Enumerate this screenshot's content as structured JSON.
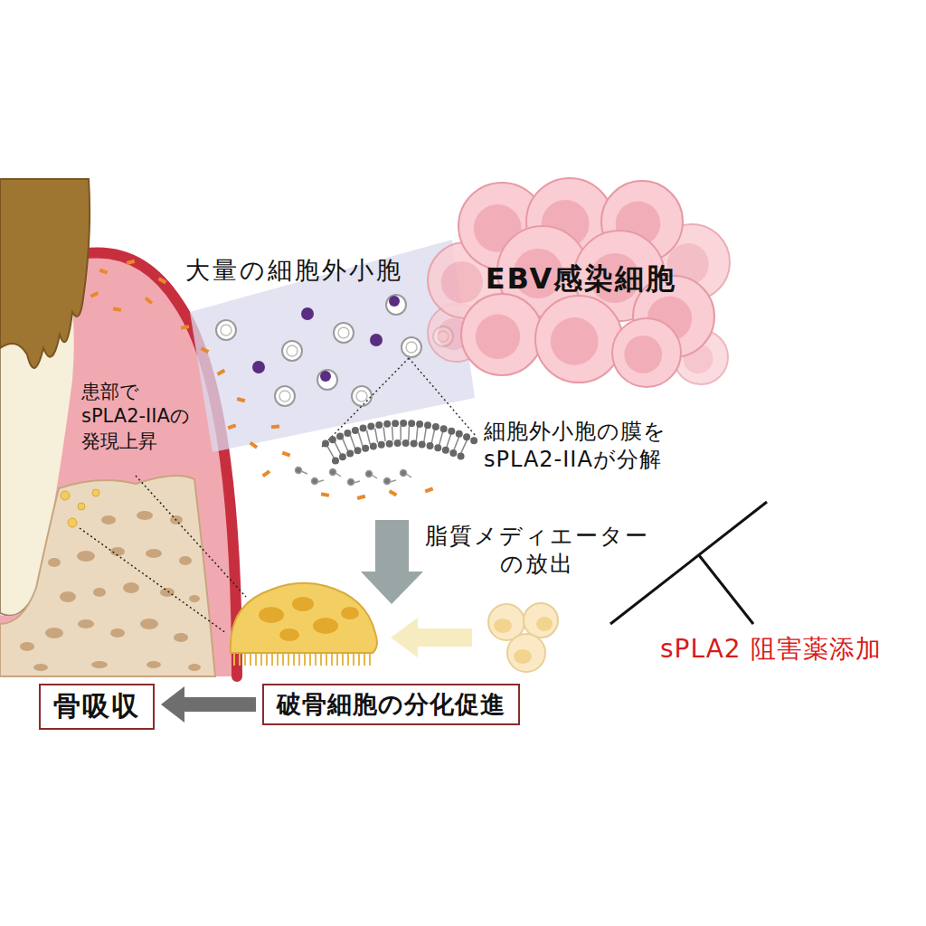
{
  "diagram": {
    "nodes": [
      {
        "text": [
          "EBV感染細胞"
        ]
      },
      {
        "text": [
          "骨吸収"
        ]
      },
      {
        "text": [
          "破骨細胞の分化促進"
        ]
      }
    ],
    "edges": [
      {
        "from": 2,
        "to": 1,
        "arrow": "to"
      }
    ],
    "labels": [
      "大量の細胞外小胞",
      "患部で sPLA2-IIAの 発現上昇",
      "細胞外小胞の膜を sPLA2-IIAが分解",
      "脂質メディエーター の放出",
      "sPLA2 阻害薬添加"
    ]
  }
}
